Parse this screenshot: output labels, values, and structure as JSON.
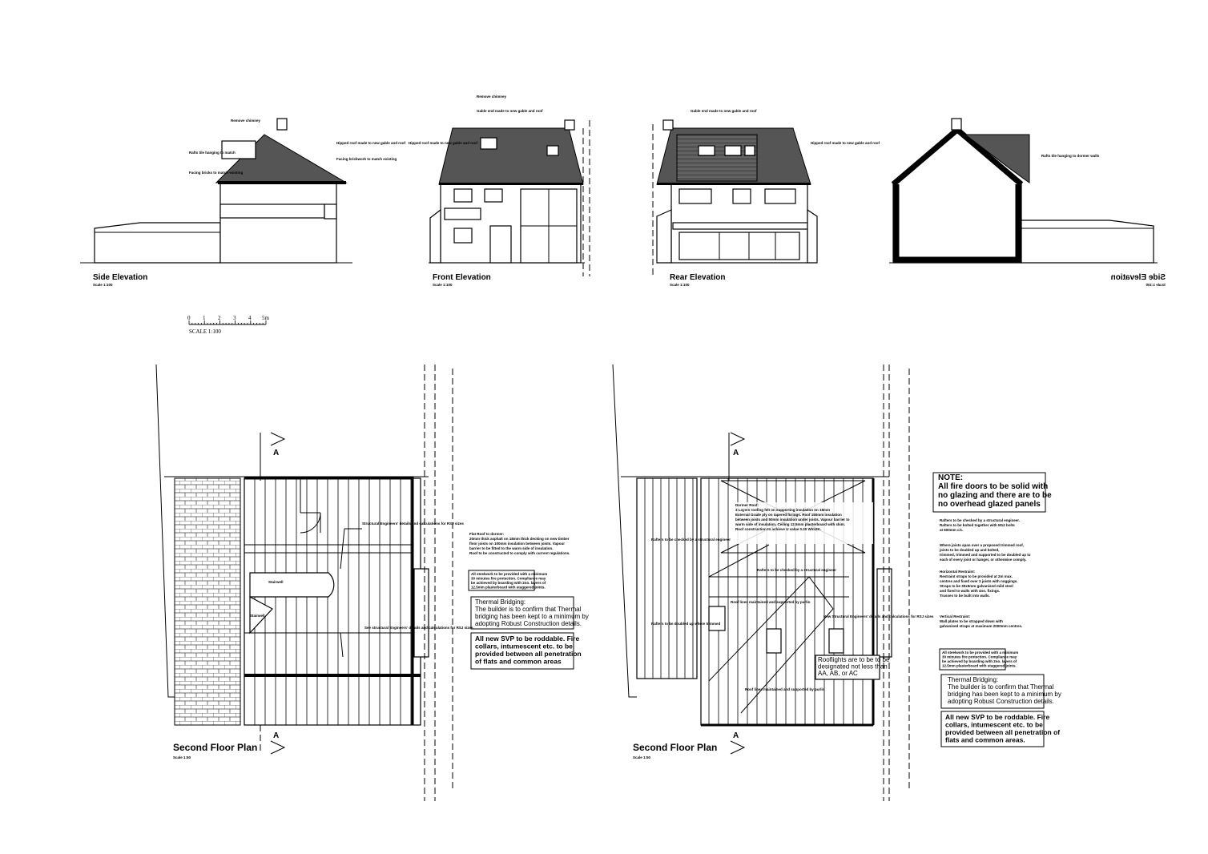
{
  "elevations": {
    "side_left": {
      "title": "Side Elevation",
      "scale": "Scale 1:100",
      "labels": [
        "Remove chimney",
        "Rafts tile hanging to match",
        "Facing bricks to match existing",
        "Hipped roof made to new gable and roof",
        "Facing brickwork to match existing"
      ]
    },
    "front": {
      "title": "Front Elevation",
      "scale": "Scale 1:100",
      "labels": [
        "Remove chimney",
        "Gable end made to new gable and roof",
        "Hipped roof made to new gable and roof"
      ]
    },
    "rear": {
      "title": "Rear Elevation",
      "scale": "Scale 1:100",
      "labels": [
        "Gable end made to new gable and roof",
        "Hipped roof made to new gable and roof"
      ]
    },
    "side_right": {
      "title": "Side Elevation",
      "scale": "Scale 1:100",
      "labels": [
        "Rafts tile hanging to dormer walls"
      ]
    }
  },
  "scale_bar": {
    "ticks": [
      "0",
      "1",
      "2",
      "3",
      "4",
      "5m"
    ],
    "label": "SCALE 1:100"
  },
  "plans": [
    {
      "title": "Second Floor Plan",
      "scale": "Scale 1:50",
      "section": "A",
      "room_labels": [
        "Stairwell",
        "Stairwell"
      ],
      "callouts": [
        "Structural Engineers' details and calculations for RSJ sizes",
        "See structural Engineers' details and calculations for RSJ sizes"
      ],
      "notes": {
        "small": [
          "Flat Roof to dormer:",
          "20mm thick asphalt on 18mm thick decking on new timber",
          "floor joists on 100mm insulation between joists. Vapour",
          "barrier to be fitted to the warm side of insulation.",
          "Roof to be constructed to comply with current regulations."
        ],
        "boxed": [
          "All steelwork to be provided with a minimum",
          "30 minutes fire protection. Compliance may",
          "be achieved by boarding with 2no. layers of",
          "12.5mm plasterboard with staggered joints."
        ],
        "thermal": [
          "Thermal Bridging:",
          "The builder is to confirm that Thermal",
          "bridging has been kept to a minimum by",
          "adopting Robust Construction details."
        ],
        "svp": [
          "All new SVP to be roddable. Fire",
          "collars, intumescent etc. to be",
          "provided between all penetration",
          "of flats and common areas"
        ]
      }
    },
    {
      "title": "Second Floor Plan",
      "scale": "Scale 1:50",
      "section": "A",
      "callouts": [
        "Rafters to be checked by a structural engineer",
        "Rafters to be doubled up where trimmed",
        "Roof lines maintained and supported by purlin",
        "Roof lines maintained and supported by purlin",
        "New Structural Engineers' details and calculations for RSJ sizes"
      ],
      "dormer_note": [
        "Dormer Roof:",
        "3 Layers roofing felt on supporting insulation on 18mm",
        "External Grade ply on tapered firrings. Roof 150mm insulation",
        "between joists and 50mm insulation under joists. Vapour barrier to",
        "warm side of insulation. Ceiling 12.5mm plasterboard with skim.",
        "Roof construction to achieve U value 0.20 W/m2K."
      ],
      "rooflight_note": [
        "Rooflights are to be to be",
        "designated not less than",
        "AA, AB, or AC"
      ],
      "fire_note": [
        "NOTE:",
        "All fire doors to be solid with",
        "no glazing and there are to be",
        "no overhead glazed panels"
      ],
      "side_notes": [
        [
          "Rafters to be checked by a structural engineer.",
          "Rafters to be bolted together with M12 bolts",
          "at 600mm c/c."
        ],
        [
          "Where joists span over a proposed trimmed roof,",
          "joists to be doubled up and bolted,",
          "trimmed, trimmed and supported to be doubled up to",
          "each of every joist or hanger, or otherwise comply."
        ],
        [
          "Horizontal Restraint:",
          "Restraint straps to be provided at 2m max.",
          "centres and fixed over 3 joists with noggings.",
          "Straps to be 30x5mm galvanised mild steel",
          "and fixed to walls with 4no. fixings.",
          "Trusses to be built into walls."
        ],
        [
          "Vertical Restraint:",
          "Wall plates to be strapped down with",
          "galvanised straps at maximum 2000mm centres."
        ]
      ],
      "boxed": [
        "All steelwork to be provided with a minimum",
        "30 minutes fire protection. Compliance may",
        "be achieved by boarding with 2no. layers of",
        "12.5mm plasterboard with staggered joints."
      ],
      "thermal": [
        "Thermal Bridging:",
        "The builder is to confirm that Thermal",
        "bridging has been kept to a minimum by",
        "adopting Robust Construction details."
      ],
      "svp": [
        "All new SVP to be roddable. Fire",
        "collars, intumescent etc. to be",
        "provided between all penetration of",
        "flats and common areas."
      ]
    }
  ]
}
